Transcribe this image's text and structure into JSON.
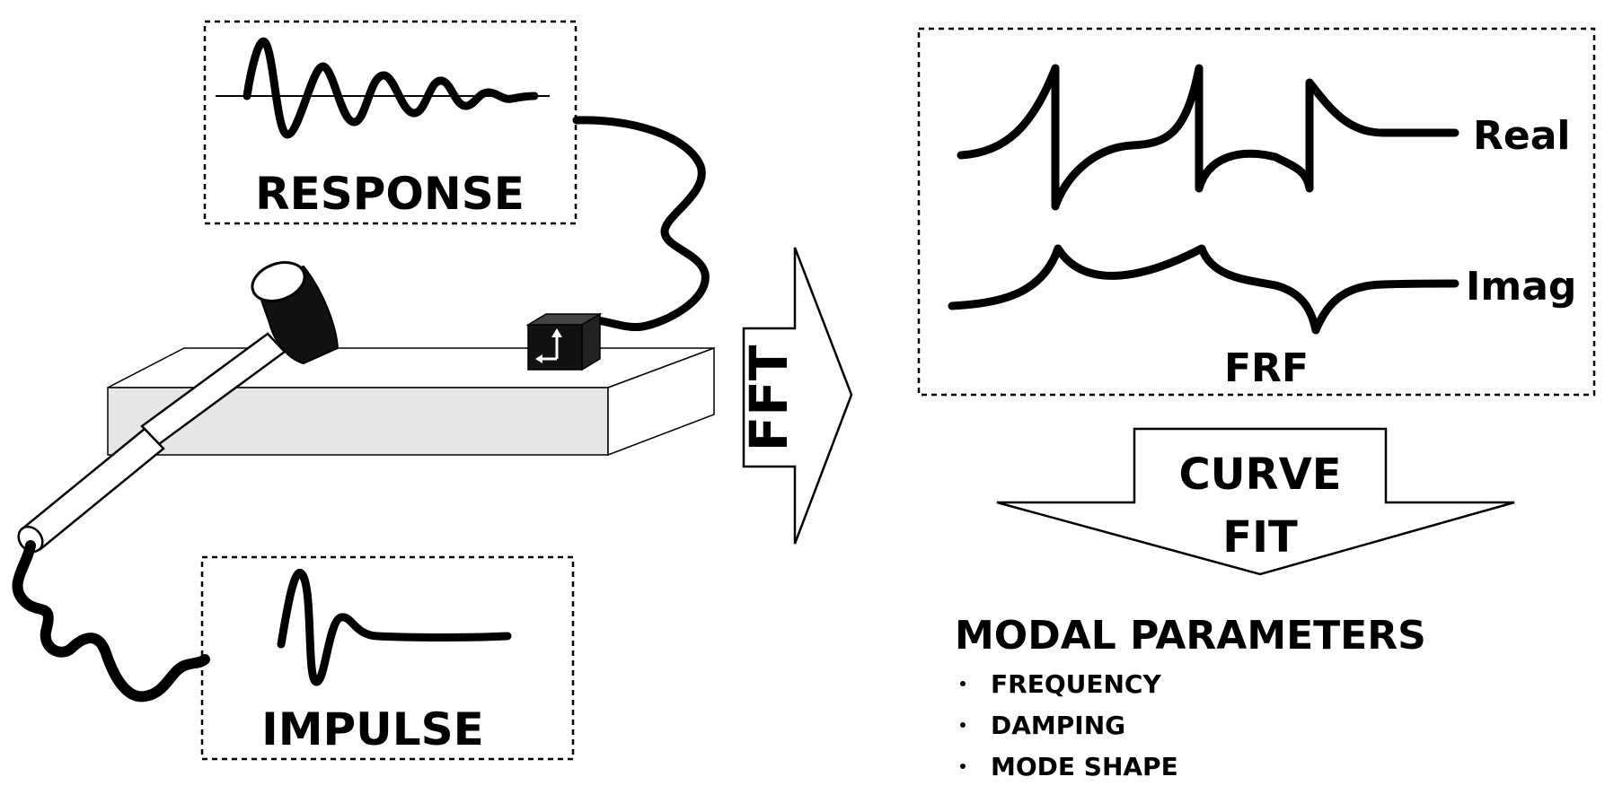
{
  "labels": {
    "response": "RESPONSE",
    "impulse": "IMPULSE",
    "fft": "FFT",
    "frf": "FRF",
    "real": "Real",
    "imag": "Imag",
    "curve": "CURVE",
    "fit": "FIT"
  },
  "modal": {
    "title": "MODAL PARAMETERS",
    "items": [
      "FREQUENCY",
      "DAMPING",
      "MODE SHAPE"
    ]
  },
  "colors": {
    "ink": "#000000",
    "plate_front": "#e6e6e6",
    "plate_top": "#ffffff",
    "background": "#ffffff"
  }
}
